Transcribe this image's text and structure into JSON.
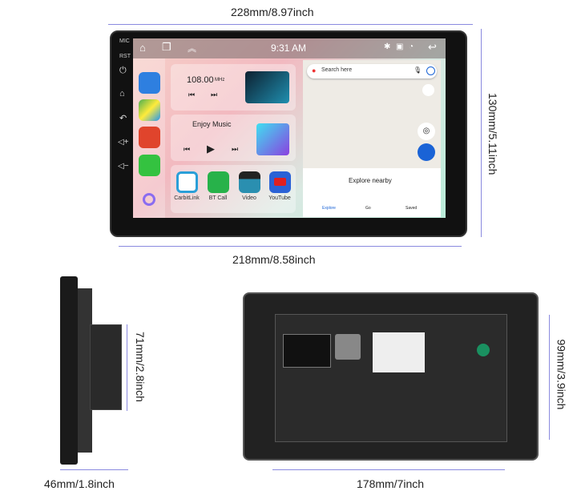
{
  "dimensions": {
    "top": "228mm/8.97inch",
    "right": "130mm/5.11inch",
    "bottom": "218mm/8.58inch",
    "side_height": "71mm/2.8inch",
    "side_depth": "46mm/1.8inch",
    "back_height": "99mm/3.9inch",
    "back_width": "178mm/7inch"
  },
  "bezel": {
    "mic": "MIC",
    "rst": "RST"
  },
  "status_bar": {
    "time": "9:31 AM"
  },
  "radio": {
    "frequency": "108.00",
    "unit": "MHz"
  },
  "music": {
    "title": "Enjoy Music"
  },
  "apps": [
    {
      "label": "CarbitLink",
      "color": "#2a9fd8"
    },
    {
      "label": "BT Call",
      "color": "#27b24a"
    },
    {
      "label": "Video",
      "color": "#333333"
    },
    {
      "label": "YouTube",
      "color": "#e02020"
    }
  ],
  "map": {
    "search_placeholder": "Search here",
    "explore": "Explore nearby",
    "tabs": [
      "Explore",
      "Go",
      "Saved"
    ],
    "accent": "#1a63d6"
  }
}
